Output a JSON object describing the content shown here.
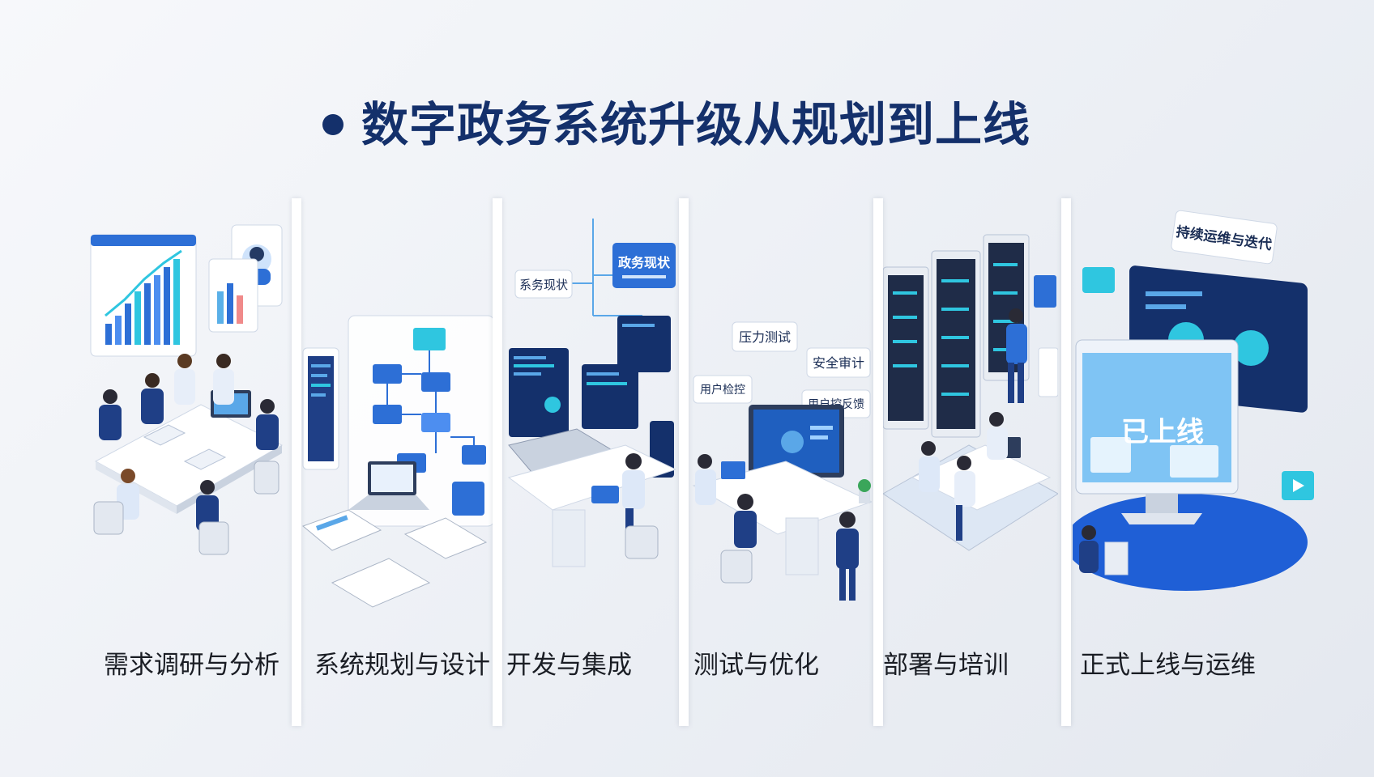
{
  "title": "数字政务系统升级从规划到上线",
  "stages": [
    {
      "label": "需求调研与分析"
    },
    {
      "label": "系统规划与设计"
    },
    {
      "label": "开发与集成"
    },
    {
      "label": "测试与优化"
    },
    {
      "label": "部署与培训"
    },
    {
      "label": "正式上线与运维"
    }
  ],
  "panel_texts": {
    "dev_tag_1": "系务现状",
    "dev_tag_2": "政务现状",
    "test_tag_1": "压力测试",
    "test_tag_2": "安全审计",
    "test_tag_3": "用户检控",
    "test_tag_4": "用户控反馈",
    "launch_screen": "已上线",
    "launch_tag": "持续运维与迭代"
  },
  "colors": {
    "title": "#14306b",
    "accent_blue": "#2d6fd6",
    "cyan": "#2fc6e0",
    "navy_suit": "#1f3f86"
  }
}
